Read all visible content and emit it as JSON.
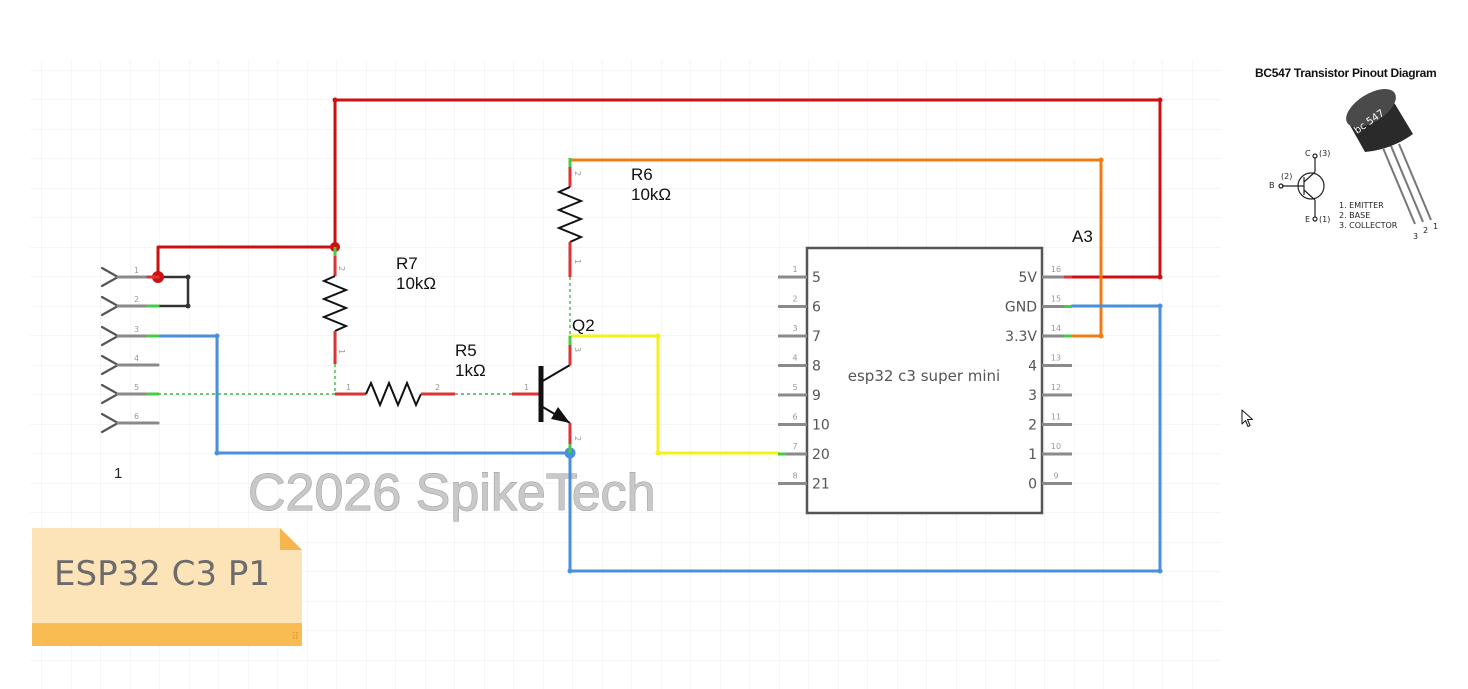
{
  "canvas": {
    "grid": true,
    "watermark": "C2026 SpikeTech"
  },
  "colors": {
    "vcc_wire": "#cc1111",
    "gnd_wire": "#4a8fdb",
    "v33_wire": "#f07d13",
    "signal_wire": "#f2f21a",
    "dashed_wire": "#22aa33",
    "pin_red": "#dd3333",
    "pin_green": "#44cc44",
    "pin_gray": "#8a8a8a",
    "note_bg": "#fde3b8",
    "note_bar": "#f9bc53"
  },
  "connector": {
    "label": "1",
    "pins": [
      "1",
      "2",
      "3",
      "4",
      "5",
      "6"
    ]
  },
  "resistors": [
    {
      "name": "R7",
      "value": "10kΩ",
      "pin_a": "2",
      "pin_b": "1"
    },
    {
      "name": "R6",
      "value": "10kΩ",
      "pin_a": "2",
      "pin_b": "1"
    },
    {
      "name": "R5",
      "value": "1kΩ",
      "pin_a": "1",
      "pin_b": "2"
    }
  ],
  "transistor": {
    "name": "Q2",
    "pins": {
      "base": "1",
      "emitter": "2",
      "collector": "3"
    }
  },
  "module": {
    "name": "A3",
    "label": "esp32 c3 super mini",
    "left_pins": [
      {
        "num": "1",
        "label": "5"
      },
      {
        "num": "2",
        "label": "6"
      },
      {
        "num": "3",
        "label": "7"
      },
      {
        "num": "4",
        "label": "8"
      },
      {
        "num": "5",
        "label": "9"
      },
      {
        "num": "6",
        "label": "10"
      },
      {
        "num": "7",
        "label": "20"
      },
      {
        "num": "8",
        "label": "21"
      }
    ],
    "right_pins": [
      {
        "num": "16",
        "label": "5V"
      },
      {
        "num": "15",
        "label": "GND"
      },
      {
        "num": "14",
        "label": "3.3V"
      },
      {
        "num": "13",
        "label": "4"
      },
      {
        "num": "12",
        "label": "3"
      },
      {
        "num": "11",
        "label": "2"
      },
      {
        "num": "10",
        "label": "1"
      },
      {
        "num": "9",
        "label": "0"
      }
    ]
  },
  "note": {
    "text": "ESP32 C3 P1"
  },
  "pinout": {
    "title": "BC547 Transistor Pinout Diagram",
    "package_label": "bc 547",
    "symbol": {
      "c": "C",
      "c_num": "(3)",
      "b": "B",
      "b_num": "(2)",
      "e": "E",
      "e_num": "(1)"
    },
    "legend": [
      "1.  EMITTER",
      "2.  BASE",
      "3.  COLLECTOR"
    ],
    "leg_numbers": [
      "3",
      "2",
      "1"
    ]
  }
}
